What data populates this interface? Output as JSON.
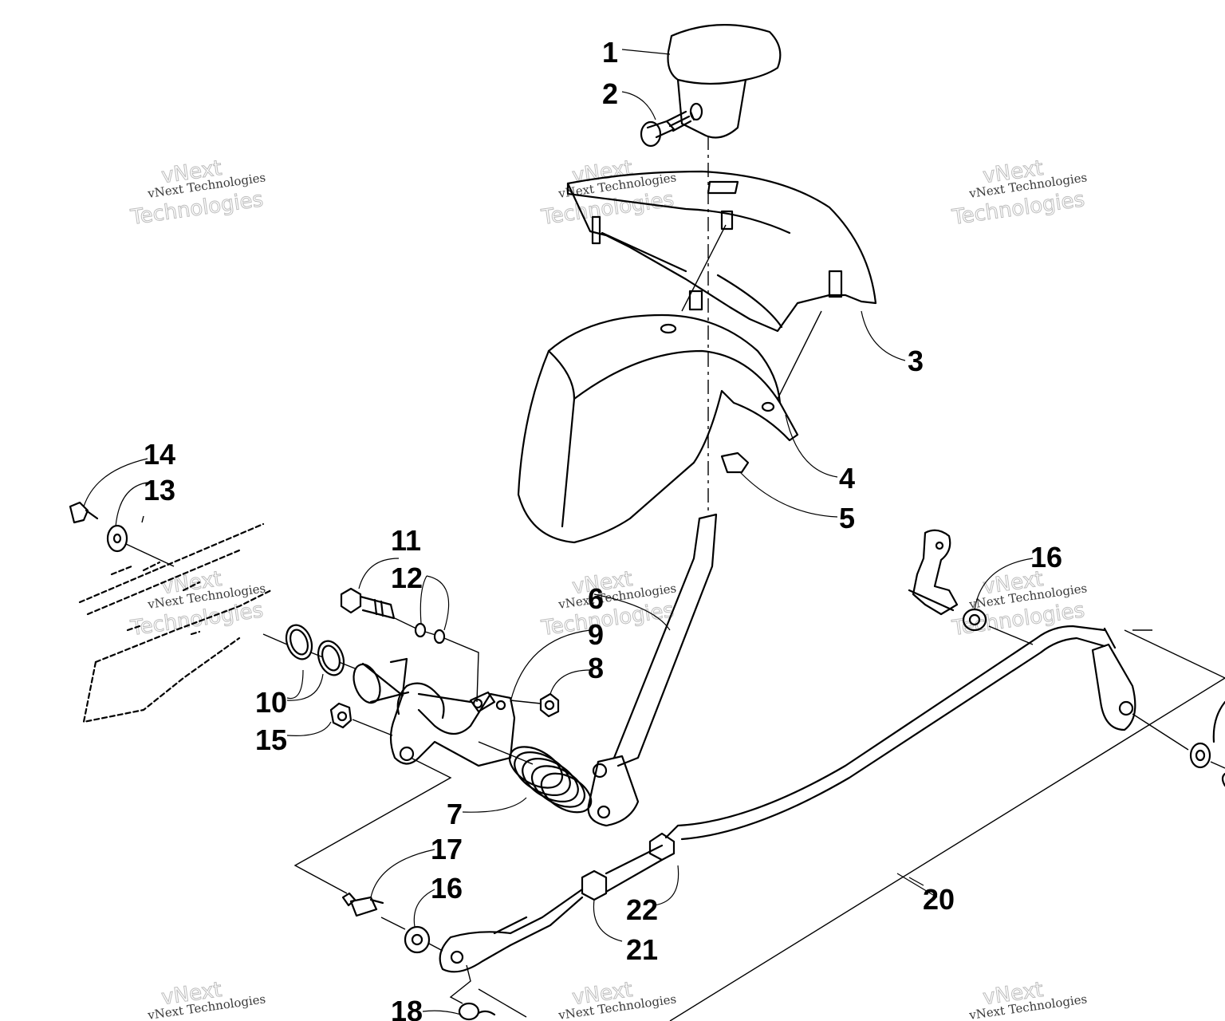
{
  "diagram": {
    "callouts": [
      "1",
      "2",
      "3",
      "4",
      "5",
      "6",
      "7",
      "8",
      "9",
      "10",
      "11",
      "12",
      "13",
      "14",
      "15",
      "16",
      "16",
      "17",
      "18",
      "20",
      "21",
      "22"
    ],
    "watermark": {
      "line1": "vNext Technologies",
      "line2a": "vNext",
      "line2b": "Technologies"
    },
    "colors": {
      "ink": "#000000",
      "watermark": "#bdbdbd",
      "background": "#ffffff"
    }
  }
}
